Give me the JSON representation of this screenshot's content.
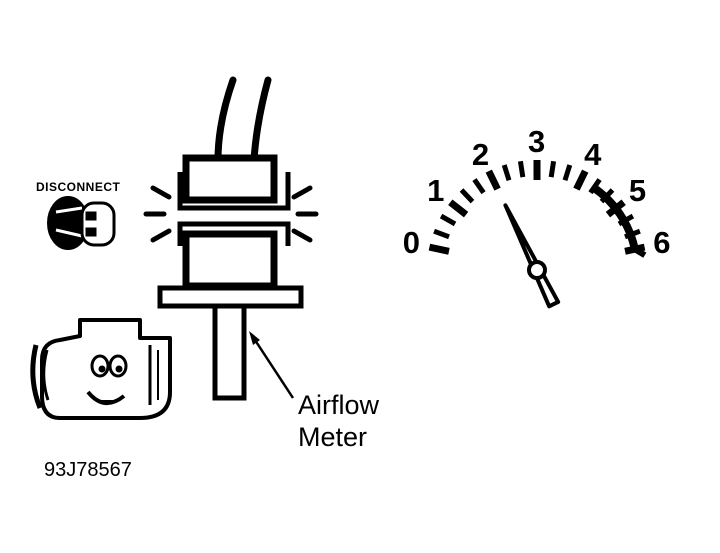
{
  "labels": {
    "disconnect": "DISCONNECT",
    "component_line1": "Airflow",
    "component_line2": "Meter",
    "figure_id": "93J78567"
  },
  "gauge": {
    "scale": [
      "0",
      "1",
      "2",
      "3",
      "4",
      "5",
      "6"
    ],
    "needle_value": 2
  },
  "icons": {
    "connector": "disconnect-connector-icon",
    "engine": "engine-face-icon"
  },
  "colors": {
    "ink": "#000000",
    "paper": "#ffffff"
  }
}
